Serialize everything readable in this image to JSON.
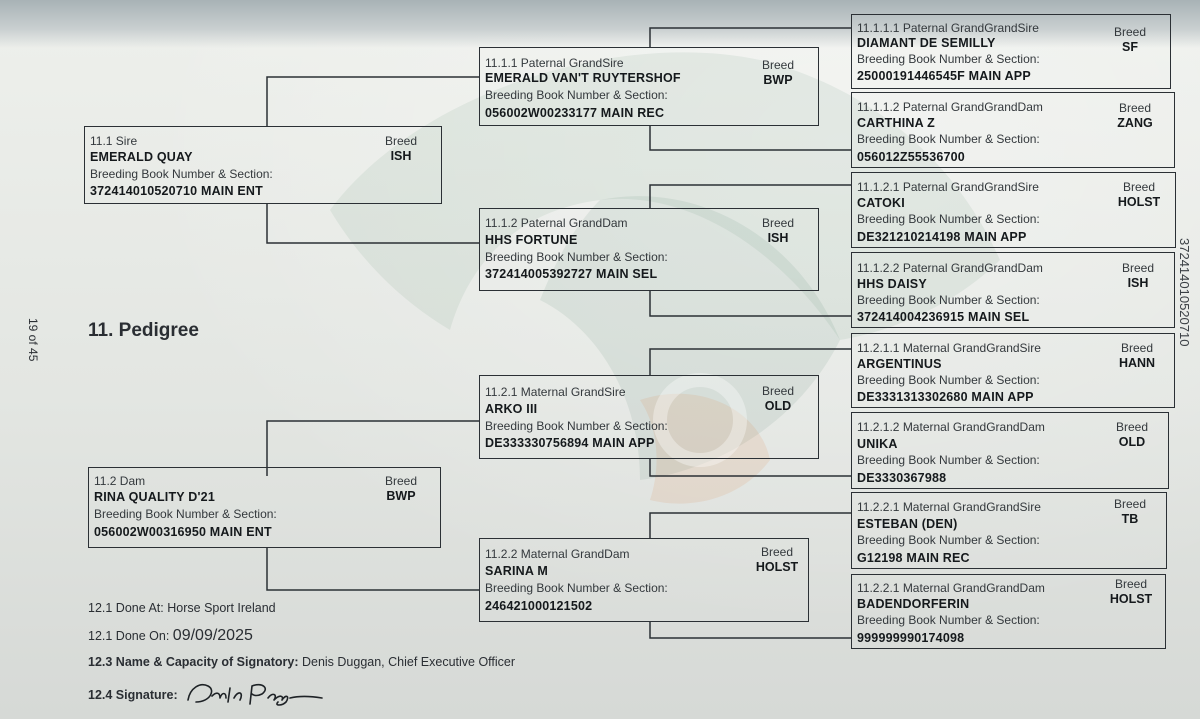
{
  "side": {
    "page_label": "19 of 45",
    "edge_text": "372414010520710"
  },
  "section_title": "11. Pedigree",
  "sire": {
    "role": "11.1 Sire",
    "name": "EMERALD QUAY",
    "book_label": "Breeding Book Number & Section:",
    "book": "372414010520710 MAIN ENT",
    "breed_label": "Breed",
    "breed": "ISH"
  },
  "dam": {
    "role": "11.2 Dam",
    "name": "RINA QUALITY D'21",
    "book_label": "Breeding Book Number & Section:",
    "book": "056002W00316950 MAIN ENT",
    "breed_label": "Breed",
    "breed": "BWP"
  },
  "gp": [
    {
      "role": "11.1.1 Paternal GrandSire",
      "name": "EMERALD VAN'T RUYTERSHOF",
      "book_label": "Breeding Book Number & Section:",
      "book": "056002W00233177 MAIN REC",
      "breed_label": "Breed",
      "breed": "BWP"
    },
    {
      "role": "11.1.2 Paternal GrandDam",
      "name": "HHS FORTUNE",
      "book_label": "Breeding Book Number & Section:",
      "book": "372414005392727 MAIN SEL",
      "breed_label": "Breed",
      "breed": "ISH"
    },
    {
      "role": "11.2.1 Maternal GrandSire",
      "name": "ARKO III",
      "book_label": "Breeding Book Number & Section:",
      "book": "DE333330756894 MAIN APP",
      "breed_label": "Breed",
      "breed": "OLD"
    },
    {
      "role": "11.2.2 Maternal GrandDam",
      "name": "SARINA M",
      "book_label": "Breeding Book Number & Section:",
      "book": "246421000121502",
      "breed_label": "Breed",
      "breed": "HOLST"
    }
  ],
  "ggp": [
    {
      "role": "11.1.1.1 Paternal GrandGrandSire",
      "name": "DIAMANT DE SEMILLY",
      "book_label": "Breeding Book Number & Section:",
      "book": "25000191446545F MAIN APP",
      "breed_label": "Breed",
      "breed": "SF"
    },
    {
      "role": "11.1.1.2 Paternal GrandGrandDam",
      "name": "CARTHINA Z",
      "book_label": "Breeding Book Number & Section:",
      "book": "056012Z55536700",
      "breed_label": "Breed",
      "breed": "ZANG"
    },
    {
      "role": "11.1.2.1 Paternal GrandGrandSire",
      "name": "CATOKI",
      "book_label": "Breeding Book Number & Section:",
      "book": "DE321210214198 MAIN APP",
      "breed_label": "Breed",
      "breed": "HOLST"
    },
    {
      "role": "11.1.2.2 Paternal GrandGrandDam",
      "name": "HHS DAISY",
      "book_label": "Breeding Book Number & Section:",
      "book": "372414004236915 MAIN SEL",
      "breed_label": "Breed",
      "breed": "ISH"
    },
    {
      "role": "11.2.1.1 Maternal GrandGrandSire",
      "name": "ARGENTINUS",
      "book_label": "Breeding Book Number & Section:",
      "book": "DE3331313302680 MAIN APP",
      "breed_label": "Breed",
      "breed": "HANN"
    },
    {
      "role": "11.2.1.2 Maternal GrandGrandDam",
      "name": "UNIKA",
      "book_label": "Breeding Book Number & Section:",
      "book": "DE3330367988",
      "breed_label": "Breed",
      "breed": "OLD"
    },
    {
      "role": "11.2.2.1 Maternal GrandGrandSire",
      "name": "ESTEBAN (DEN)",
      "book_label": "Breeding Book Number & Section:",
      "book": "G12198 MAIN REC",
      "breed_label": "Breed",
      "breed": "TB"
    },
    {
      "role": "11.2.2.1 Maternal GrandGrandDam",
      "name": "BADENDORFERIN",
      "book_label": "Breeding Book Number & Section:",
      "book": "999999990174098",
      "breed_label": "Breed",
      "breed": "HOLST"
    }
  ],
  "footer": {
    "done_at_label": "12.1 Done At:",
    "done_at": "Horse Sport Ireland",
    "done_on_label": "12.1 Done On:",
    "done_on": "09/09/2025",
    "signatory_label": "12.3 Name & Capacity of Signatory:",
    "signatory": "Denis Duggan, Chief Executive Officer",
    "signature_label": "12.4 Signature:"
  },
  "colors": {
    "ink": "#15191c",
    "watermark_green": "#1f5e3a",
    "watermark_orange": "#e07a3c"
  }
}
